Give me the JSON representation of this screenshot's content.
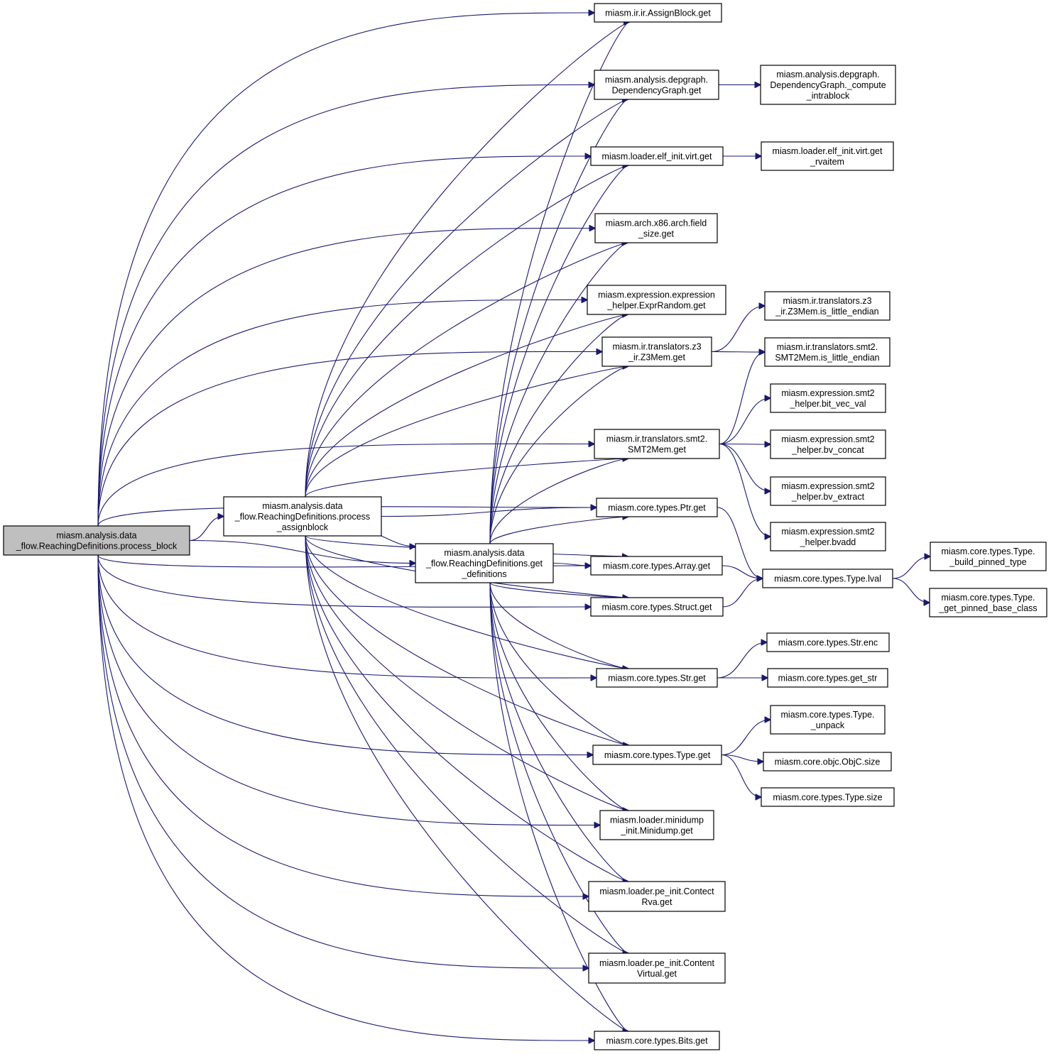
{
  "graph": {
    "edge_color": "#191970",
    "root_fill": "#bfbfbf",
    "nodes": [
      {
        "id": "root",
        "lines": [
          "miasm.analysis.data",
          "_flow.ReachingDefinitions.process_block"
        ],
        "root": true
      },
      {
        "id": "pab",
        "lines": [
          "miasm.analysis.data",
          "_flow.ReachingDefinitions.process",
          "_assignblock"
        ]
      },
      {
        "id": "gdef",
        "lines": [
          "miasm.analysis.data",
          "_flow.ReachingDefinitions.get",
          "_definitions"
        ]
      },
      {
        "id": "assign",
        "lines": [
          "miasm.ir.ir.AssignBlock.get"
        ]
      },
      {
        "id": "depg",
        "lines": [
          "miasm.analysis.depgraph.",
          "DependencyGraph.get"
        ]
      },
      {
        "id": "elf",
        "lines": [
          "miasm.loader.elf_init.virt.get"
        ]
      },
      {
        "id": "field",
        "lines": [
          "miasm.arch.x86.arch.field",
          "_size.get"
        ]
      },
      {
        "id": "exprr",
        "lines": [
          "miasm.expression.expression",
          "_helper.ExprRandom.get"
        ]
      },
      {
        "id": "z3get",
        "lines": [
          "miasm.ir.translators.z3",
          "_ir.Z3Mem.get"
        ]
      },
      {
        "id": "smtget",
        "lines": [
          "miasm.ir.translators.smt2.",
          "SMT2Mem.get"
        ]
      },
      {
        "id": "ptr",
        "lines": [
          "miasm.core.types.Ptr.get"
        ]
      },
      {
        "id": "array",
        "lines": [
          "miasm.core.types.Array.get"
        ]
      },
      {
        "id": "struct",
        "lines": [
          "miasm.core.types.Struct.get"
        ]
      },
      {
        "id": "strget",
        "lines": [
          "miasm.core.types.Str.get"
        ]
      },
      {
        "id": "typeget",
        "lines": [
          "miasm.core.types.Type.get"
        ]
      },
      {
        "id": "minid",
        "lines": [
          "miasm.loader.minidump",
          "_init.Minidump.get"
        ]
      },
      {
        "id": "contect",
        "lines": [
          "miasm.loader.pe_init.Contect",
          "Rva.get"
        ]
      },
      {
        "id": "content",
        "lines": [
          "miasm.loader.pe_init.Content",
          "Virtual.get"
        ]
      },
      {
        "id": "bits",
        "lines": [
          "miasm.core.types.Bits.get"
        ]
      },
      {
        "id": "compute",
        "lines": [
          "miasm.analysis.depgraph.",
          "DependencyGraph._compute",
          "_intrablock"
        ]
      },
      {
        "id": "rvaitem",
        "lines": [
          "miasm.loader.elf_init.virt.get",
          "_rvaitem"
        ]
      },
      {
        "id": "z3little",
        "lines": [
          "miasm.ir.translators.z3",
          "_ir.Z3Mem.is_little_endian"
        ]
      },
      {
        "id": "smtlittle",
        "lines": [
          "miasm.ir.translators.smt2.",
          "SMT2Mem.is_little_endian"
        ]
      },
      {
        "id": "bitvec",
        "lines": [
          "miasm.expression.smt2",
          "_helper.bit_vec_val"
        ]
      },
      {
        "id": "bvconcat",
        "lines": [
          "miasm.expression.smt2",
          "_helper.bv_concat"
        ]
      },
      {
        "id": "bvextract",
        "lines": [
          "miasm.expression.smt2",
          "_helper.bv_extract"
        ]
      },
      {
        "id": "bvadd",
        "lines": [
          "miasm.expression.smt2",
          "_helper.bvadd"
        ]
      },
      {
        "id": "lval",
        "lines": [
          "miasm.core.types.Type.lval"
        ]
      },
      {
        "id": "buildpinned",
        "lines": [
          "miasm.core.types.Type.",
          "_build_pinned_type"
        ]
      },
      {
        "id": "getpinned",
        "lines": [
          "miasm.core.types.Type.",
          "_get_pinned_base_class"
        ]
      },
      {
        "id": "strenc",
        "lines": [
          "miasm.core.types.Str.enc"
        ]
      },
      {
        "id": "getstr",
        "lines": [
          "miasm.core.types.get_str"
        ]
      },
      {
        "id": "unpack",
        "lines": [
          "miasm.core.types.Type.",
          "_unpack"
        ]
      },
      {
        "id": "objcsize",
        "lines": [
          "miasm.core.objc.ObjC.size"
        ]
      },
      {
        "id": "typesize",
        "lines": [
          "miasm.core.types.Type.size"
        ]
      }
    ],
    "edges": [
      [
        "root",
        "pab"
      ],
      [
        "root",
        "gdef"
      ],
      [
        "root",
        "assign"
      ],
      [
        "root",
        "depg"
      ],
      [
        "root",
        "elf"
      ],
      [
        "root",
        "field"
      ],
      [
        "root",
        "exprr"
      ],
      [
        "root",
        "z3get"
      ],
      [
        "root",
        "smtget"
      ],
      [
        "root",
        "ptr"
      ],
      [
        "root",
        "array"
      ],
      [
        "root",
        "struct"
      ],
      [
        "root",
        "strget"
      ],
      [
        "root",
        "typeget"
      ],
      [
        "root",
        "minid"
      ],
      [
        "root",
        "contect"
      ],
      [
        "root",
        "content"
      ],
      [
        "root",
        "bits"
      ],
      [
        "pab",
        "gdef"
      ],
      [
        "pab",
        "assign"
      ],
      [
        "pab",
        "depg"
      ],
      [
        "pab",
        "elf"
      ],
      [
        "pab",
        "field"
      ],
      [
        "pab",
        "exprr"
      ],
      [
        "pab",
        "z3get"
      ],
      [
        "pab",
        "smtget"
      ],
      [
        "pab",
        "ptr"
      ],
      [
        "pab",
        "array"
      ],
      [
        "pab",
        "struct"
      ],
      [
        "pab",
        "strget"
      ],
      [
        "pab",
        "typeget"
      ],
      [
        "pab",
        "minid"
      ],
      [
        "pab",
        "contect"
      ],
      [
        "pab",
        "content"
      ],
      [
        "pab",
        "bits"
      ],
      [
        "gdef",
        "assign"
      ],
      [
        "gdef",
        "depg"
      ],
      [
        "gdef",
        "elf"
      ],
      [
        "gdef",
        "field"
      ],
      [
        "gdef",
        "exprr"
      ],
      [
        "gdef",
        "z3get"
      ],
      [
        "gdef",
        "smtget"
      ],
      [
        "gdef",
        "ptr"
      ],
      [
        "gdef",
        "array"
      ],
      [
        "gdef",
        "struct"
      ],
      [
        "gdef",
        "strget"
      ],
      [
        "gdef",
        "typeget"
      ],
      [
        "gdef",
        "minid"
      ],
      [
        "gdef",
        "contect"
      ],
      [
        "gdef",
        "content"
      ],
      [
        "gdef",
        "bits"
      ],
      [
        "depg",
        "compute"
      ],
      [
        "elf",
        "rvaitem"
      ],
      [
        "z3get",
        "z3little"
      ],
      [
        "z3get",
        "smtlittle"
      ],
      [
        "smtget",
        "smtlittle"
      ],
      [
        "smtget",
        "bitvec"
      ],
      [
        "smtget",
        "bvconcat"
      ],
      [
        "smtget",
        "bvextract"
      ],
      [
        "smtget",
        "bvadd"
      ],
      [
        "ptr",
        "lval"
      ],
      [
        "array",
        "lval"
      ],
      [
        "struct",
        "lval"
      ],
      [
        "lval",
        "buildpinned"
      ],
      [
        "lval",
        "getpinned"
      ],
      [
        "strget",
        "strenc"
      ],
      [
        "strget",
        "getstr"
      ],
      [
        "typeget",
        "unpack"
      ],
      [
        "typeget",
        "objcsize"
      ],
      [
        "typeget",
        "typesize"
      ]
    ]
  }
}
